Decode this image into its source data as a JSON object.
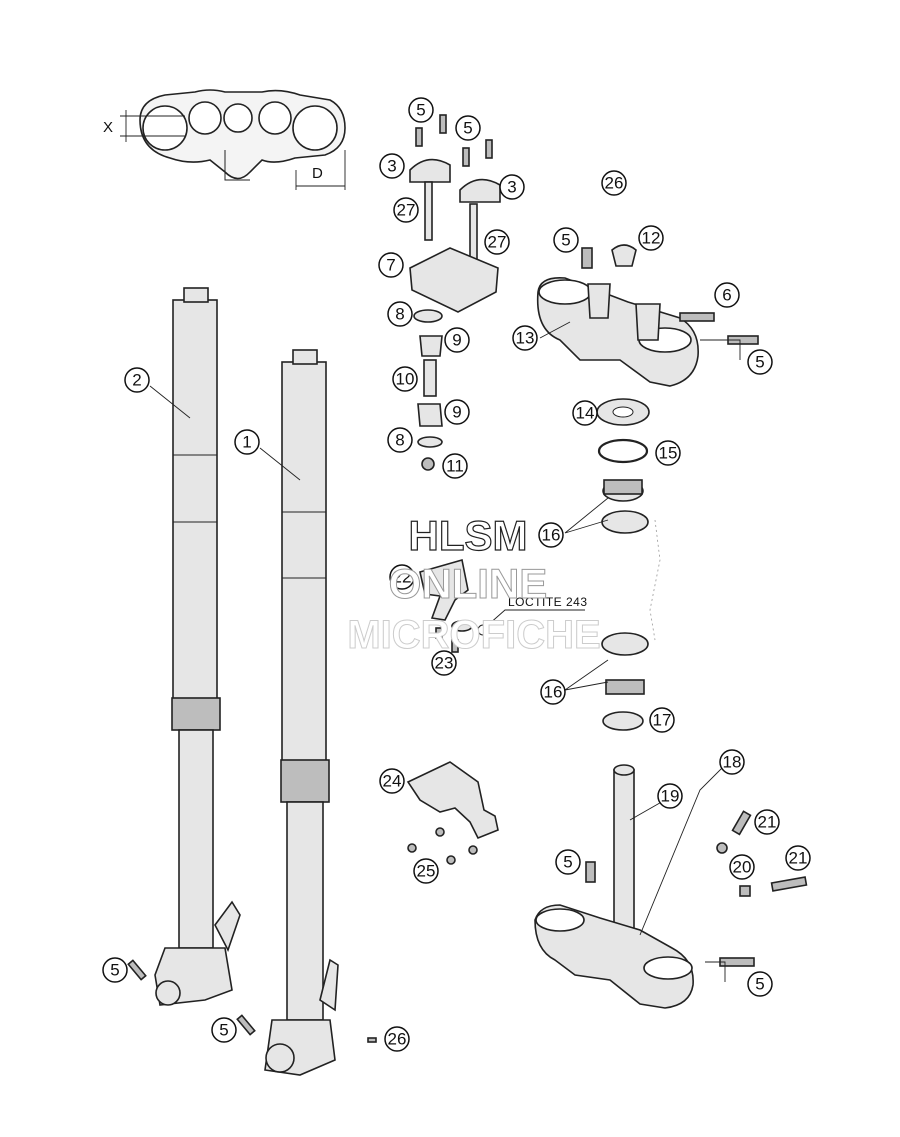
{
  "callouts": [
    {
      "id": "c1",
      "label": "1"
    },
    {
      "id": "c2",
      "label": "2"
    },
    {
      "id": "c3a",
      "label": "3"
    },
    {
      "id": "c3b",
      "label": "3"
    },
    {
      "id": "c5a",
      "label": "5"
    },
    {
      "id": "c5b",
      "label": "5"
    },
    {
      "id": "c5c",
      "label": "5"
    },
    {
      "id": "c5d",
      "label": "5"
    },
    {
      "id": "c5e",
      "label": "5"
    },
    {
      "id": "c5f",
      "label": "5"
    },
    {
      "id": "c5g",
      "label": "5"
    },
    {
      "id": "c5h",
      "label": "5"
    },
    {
      "id": "c6",
      "label": "6"
    },
    {
      "id": "c7",
      "label": "7"
    },
    {
      "id": "c8a",
      "label": "8"
    },
    {
      "id": "c8b",
      "label": "8"
    },
    {
      "id": "c9a",
      "label": "9"
    },
    {
      "id": "c9b",
      "label": "9"
    },
    {
      "id": "c10",
      "label": "10"
    },
    {
      "id": "c11",
      "label": "11"
    },
    {
      "id": "c12",
      "label": "12"
    },
    {
      "id": "c13",
      "label": "13"
    },
    {
      "id": "c14",
      "label": "14"
    },
    {
      "id": "c15",
      "label": "15"
    },
    {
      "id": "c16a",
      "label": "16"
    },
    {
      "id": "c16b",
      "label": "16"
    },
    {
      "id": "c17",
      "label": "17"
    },
    {
      "id": "c18",
      "label": "18"
    },
    {
      "id": "c19",
      "label": "19"
    },
    {
      "id": "c20",
      "label": "20"
    },
    {
      "id": "c21a",
      "label": "21"
    },
    {
      "id": "c21b",
      "label": "21"
    },
    {
      "id": "c22",
      "label": "22"
    },
    {
      "id": "c23",
      "label": "23"
    },
    {
      "id": "c24",
      "label": "24"
    },
    {
      "id": "c25",
      "label": "25"
    },
    {
      "id": "c26a",
      "label": "26"
    },
    {
      "id": "c26b",
      "label": "26"
    },
    {
      "id": "c27a",
      "label": "27"
    },
    {
      "id": "c27b",
      "label": "27"
    }
  ],
  "dimensions": {
    "x_label": "X",
    "d_label": "D"
  },
  "note": "LOCTITE 243",
  "watermark": {
    "line1": "HLSM",
    "line2": "ONLINE",
    "line3": "MICROFICHE"
  }
}
